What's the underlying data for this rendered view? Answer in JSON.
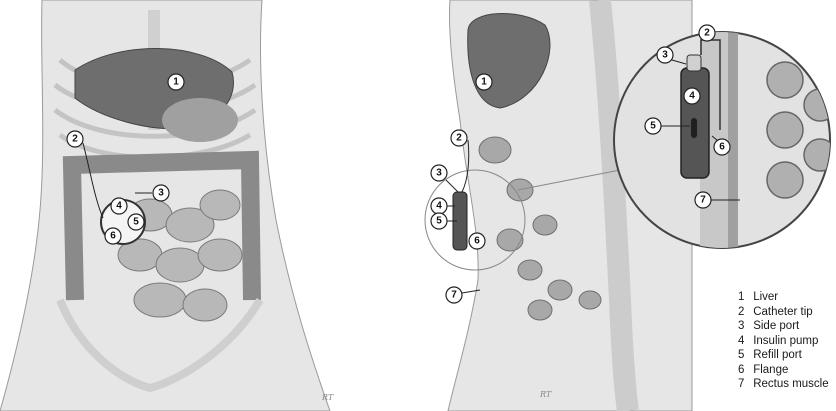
{
  "callouts": {
    "front": [
      "1",
      "2",
      "3",
      "4",
      "5",
      "6"
    ],
    "side": [
      "1",
      "2",
      "3",
      "4",
      "5",
      "6",
      "7"
    ],
    "inset": [
      "2",
      "3",
      "4",
      "5",
      "6",
      "7"
    ]
  },
  "legend": [
    {
      "num": "1",
      "label": "Liver"
    },
    {
      "num": "2",
      "label": "Catheter tip"
    },
    {
      "num": "3",
      "label": "Side port"
    },
    {
      "num": "4",
      "label": "Insulin pump"
    },
    {
      "num": "5",
      "label": "Refill port"
    },
    {
      "num": "6",
      "label": "Flange"
    },
    {
      "num": "7",
      "label": "Rectus muscle"
    }
  ],
  "signature": "RT",
  "colors": {
    "body": "#e6e6e6",
    "bone": "#f2f2f2",
    "liver": "#6e6e6e",
    "intestine": "#9a9a9a",
    "pump": "#555555",
    "outline": "#555555"
  }
}
